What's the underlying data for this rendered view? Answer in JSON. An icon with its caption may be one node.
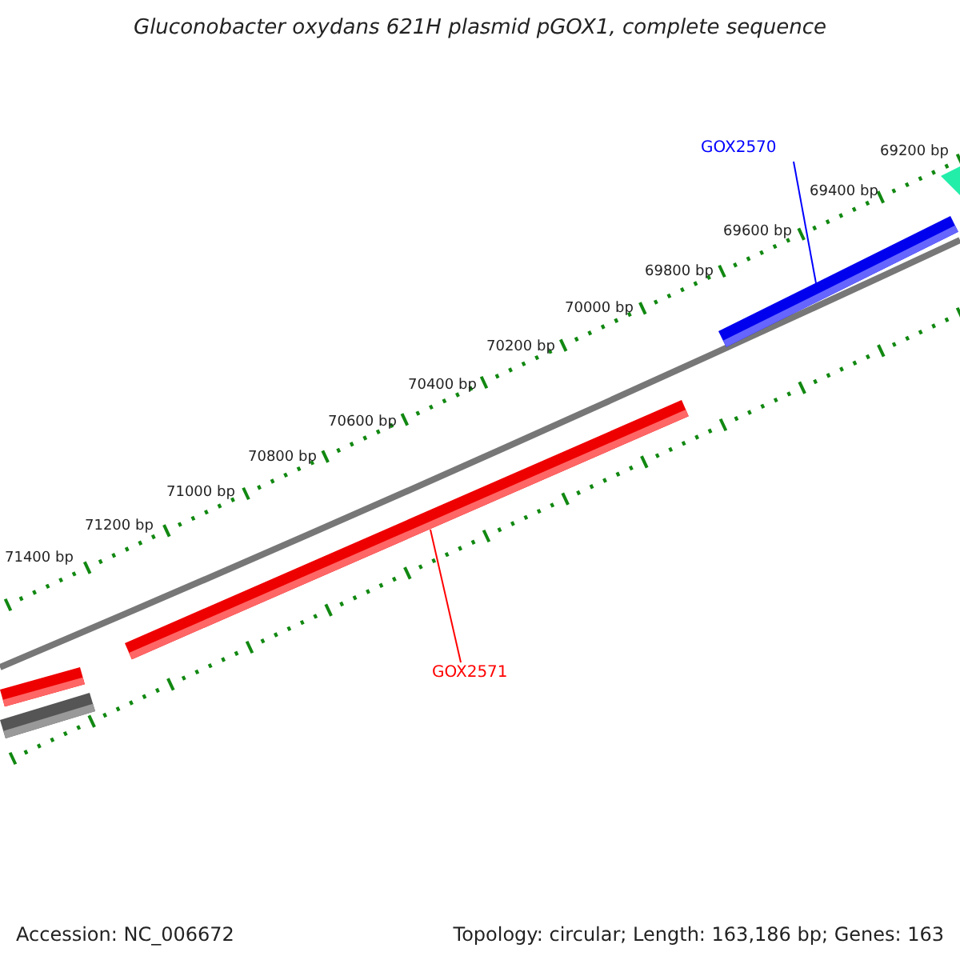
{
  "diagram": {
    "title": "Gluconobacter oxydans 621H plasmid pGOX1, complete sequence",
    "nodes": [
      {
        "text": [
          "GOX2570"
        ]
      },
      {
        "text": [],
        "shape": "bar"
      },
      {
        "text": [
          "GOX2571"
        ]
      },
      {
        "text": [],
        "shape": "bar"
      }
    ],
    "edges": [
      {
        "from": 0,
        "to": 1,
        "arrow": "none",
        "color": "#0000ff"
      },
      {
        "from": 2,
        "to": 3,
        "arrow": "none",
        "color": "#ff0000"
      }
    ],
    "labels": [
      "69200 bp",
      "69400 bp",
      "69600 bp",
      "69800 bp",
      "70000 bp",
      "70200 bp",
      "70400 bp",
      "70600 bp",
      "70800 bp",
      "71000 bp",
      "71200 bp",
      "71400 bp",
      "Accession: NC_006672",
      "Topology: circular; Length: 163,186 bp; Genes: 163"
    ]
  }
}
